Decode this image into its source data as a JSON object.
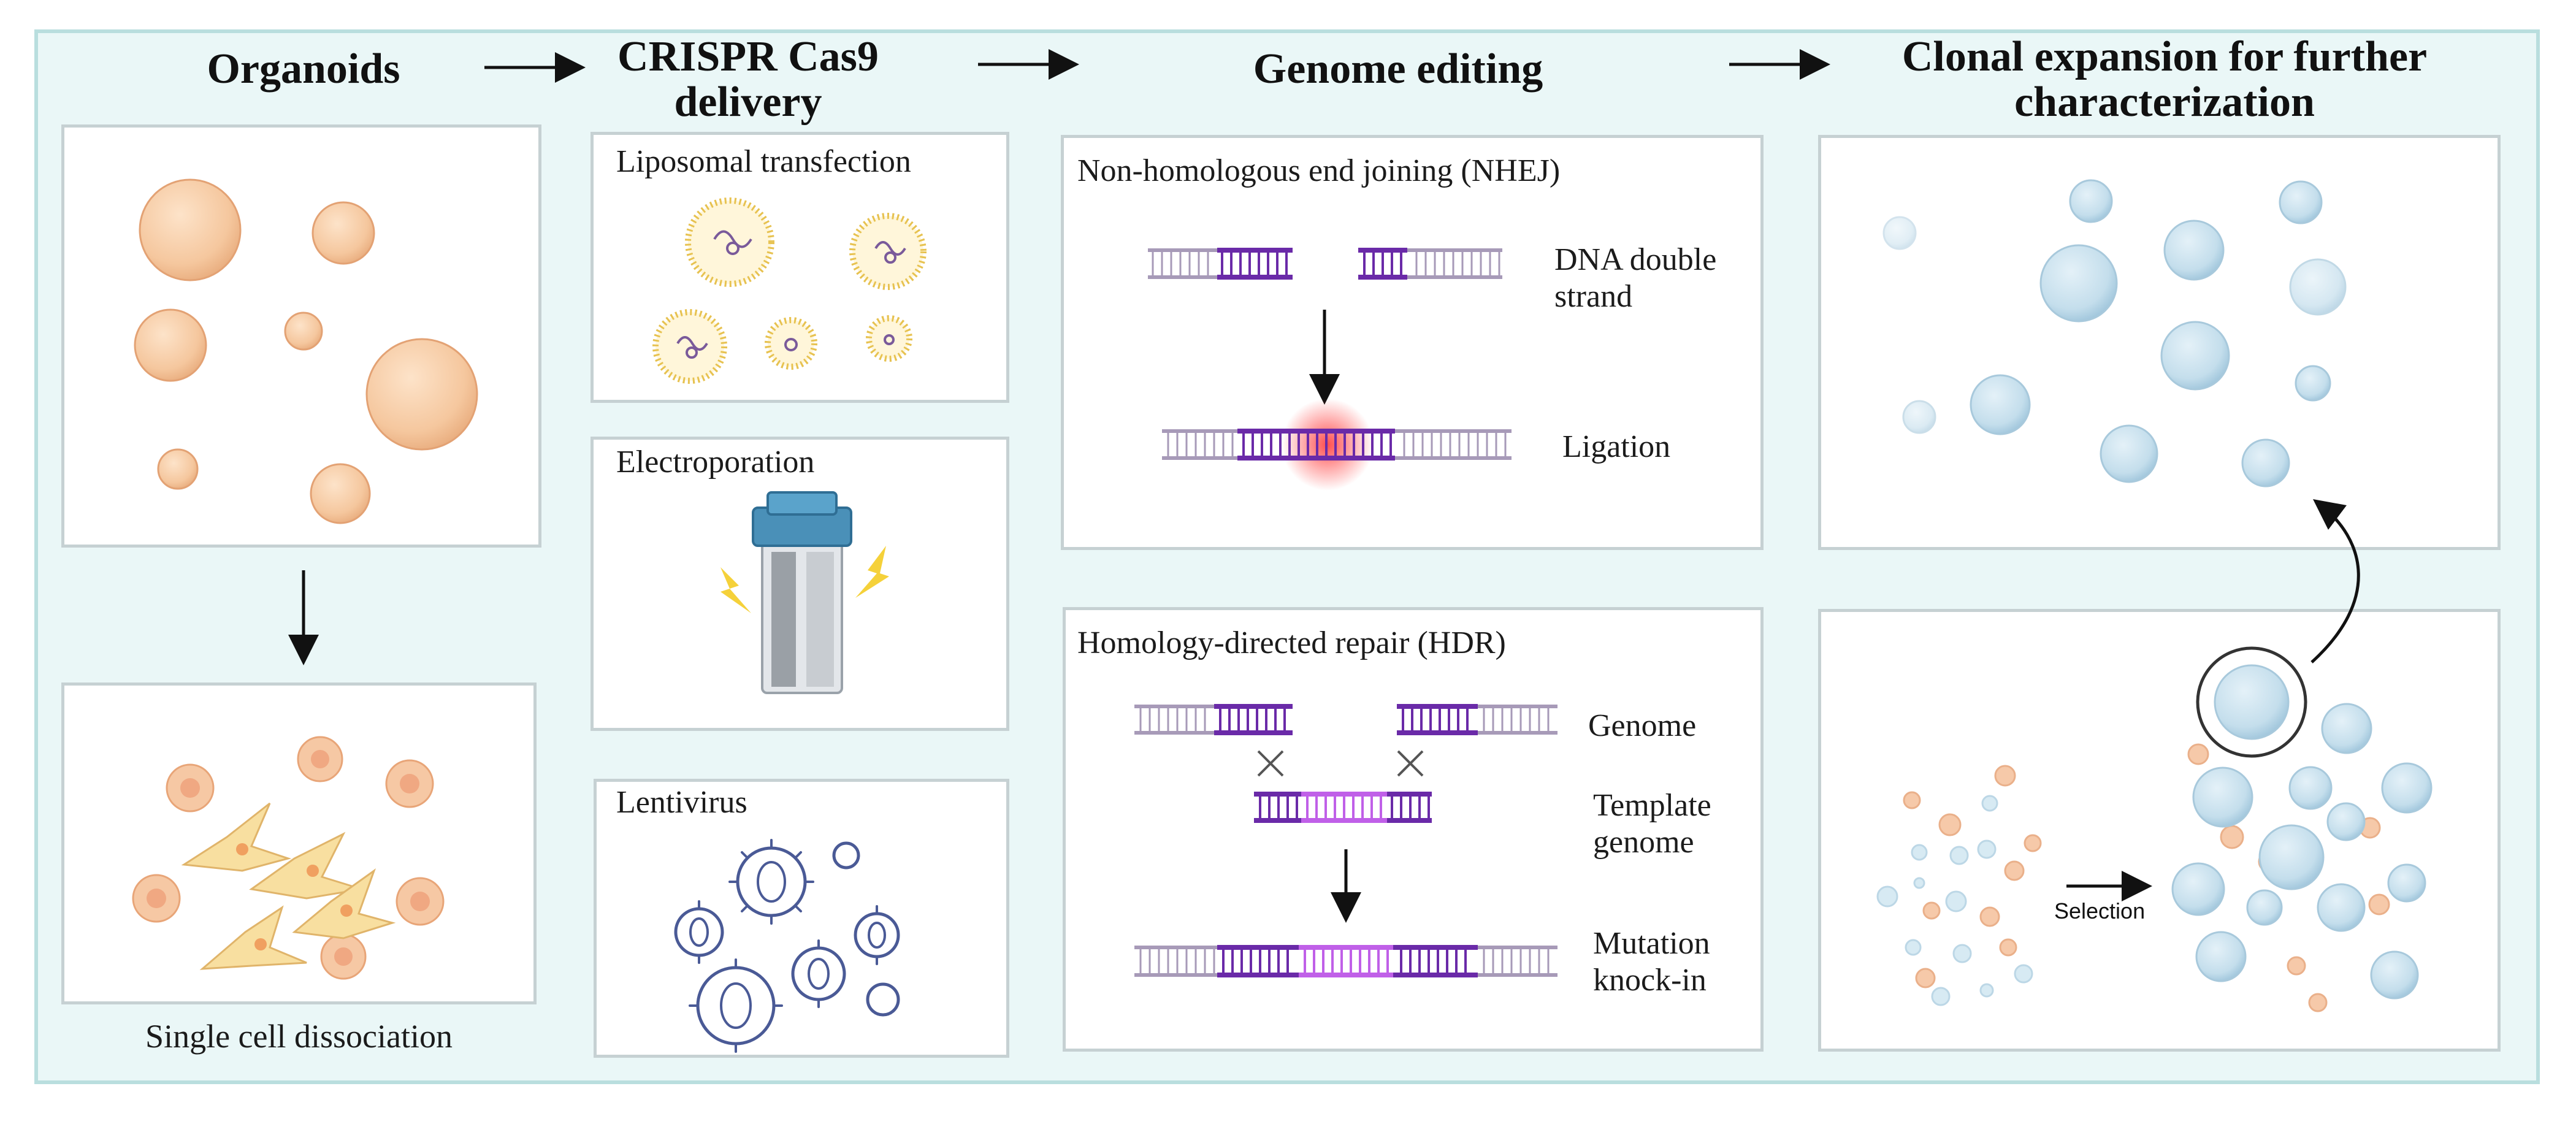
{
  "titles": {
    "organoids": "Organoids",
    "crispr_line1": "CRISPR Cas9",
    "crispr_line2": "delivery",
    "genome_editing": "Genome editing",
    "clonal_line1": "Clonal expansion for further",
    "clonal_line2": "characterization"
  },
  "organoids": {
    "dissociation_label": "Single cell dissociation"
  },
  "delivery": {
    "liposomal": "Liposomal transfection",
    "electroporation": "Electroporation",
    "lentivirus": "Lentivirus"
  },
  "nhej": {
    "title": "Non-homologous end joining (NHEJ)",
    "dna_line1": "DNA double",
    "dna_line2": "strand",
    "ligation": "Ligation"
  },
  "hdr": {
    "title": "Homology-directed repair (HDR)",
    "genome": "Genome",
    "template_line1": "Template",
    "template_line2": "genome",
    "mutation_line1": "Mutation",
    "mutation_line2": "knock-in"
  },
  "clonal": {
    "selection": "Selection"
  },
  "colors": {
    "organoid": "#f5c79e",
    "cell_orange": "#f2b48d",
    "organoid_blue": "#c4deec",
    "dna_light": "#a79ab8",
    "dna_dark": "#6a2aa8",
    "dna_magenta": "#c060e8",
    "ligation_glow": "#ff4040",
    "liposome": "#f2d27a",
    "cuvette": "#4a90b8",
    "virus": "#4a5a96"
  }
}
